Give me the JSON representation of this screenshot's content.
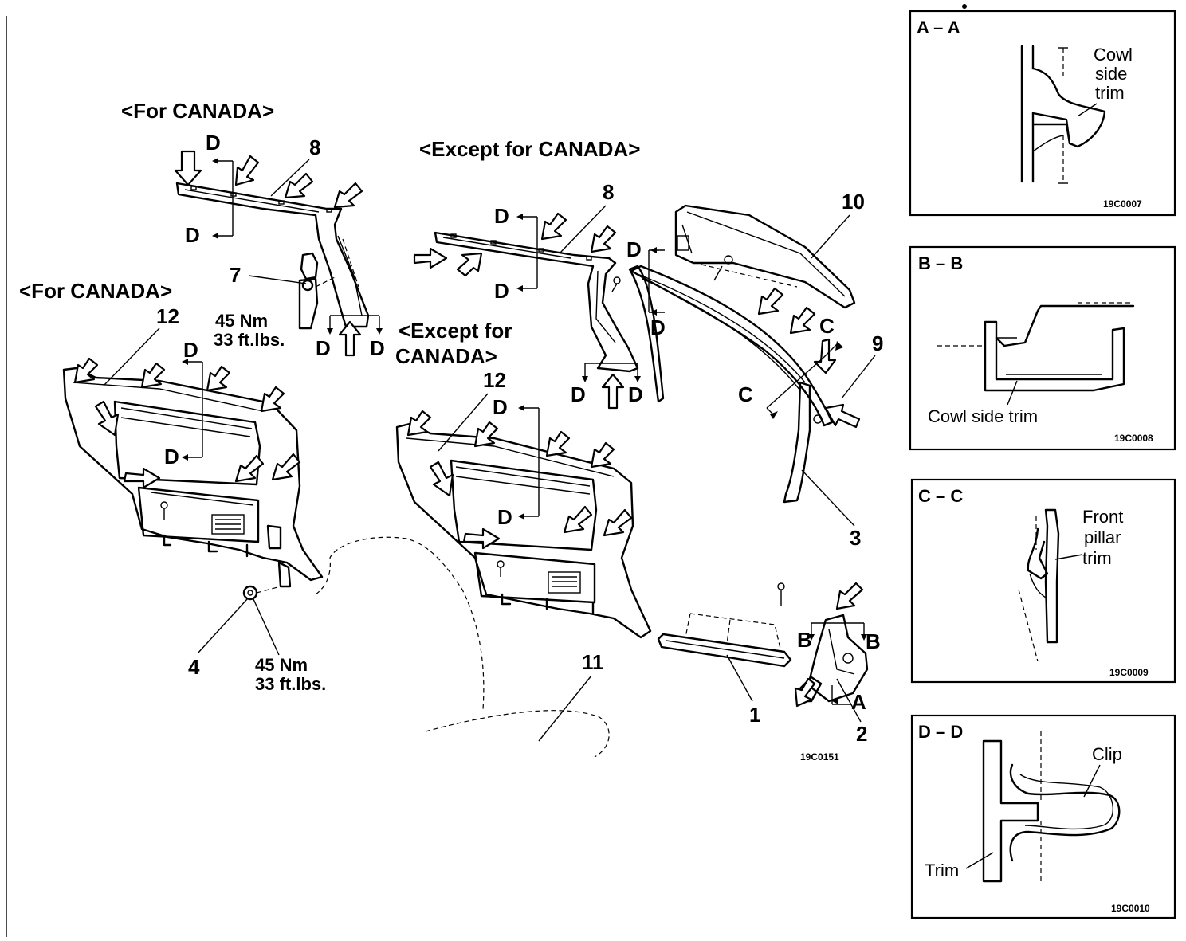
{
  "titles": {
    "for_canada_top": "<For CANADA>",
    "for_canada_left": "<For CANADA>",
    "except_canada_top": "<Except for CANADA>",
    "except_canada_mid_line1": "<Except for",
    "except_canada_mid_line2": "CANADA>"
  },
  "torque": {
    "seatbelt_upper": {
      "nm": "45 Nm",
      "ftlbs": "33 ft.lbs."
    },
    "seatbelt_lower": {
      "nm": "45 Nm",
      "ftlbs": "33 ft.lbs."
    }
  },
  "part_numbers": {
    "p1": "1",
    "p2": "2",
    "p3": "3",
    "p4": "4",
    "p7": "7",
    "p8a": "8",
    "p8b": "8",
    "p9": "9",
    "p10": "10",
    "p11": "11",
    "p12a": "12",
    "p12b": "12"
  },
  "section_letters": {
    "a": "A",
    "b": "B",
    "c": "C",
    "d": "D"
  },
  "main_code": "19C0151",
  "insets": [
    {
      "title": "A – A",
      "code": "19C0007",
      "labels": [
        "Cowl",
        "side",
        "trim"
      ]
    },
    {
      "title": "B – B",
      "code": "19C0008",
      "labels": [
        "Cowl  side  trim"
      ]
    },
    {
      "title": "C – C",
      "code": "19C0009",
      "labels": [
        "Front",
        "pillar",
        "trim"
      ]
    },
    {
      "title": "D – D",
      "code": "19C0010",
      "labels": [
        "Clip",
        "Trim"
      ]
    }
  ]
}
